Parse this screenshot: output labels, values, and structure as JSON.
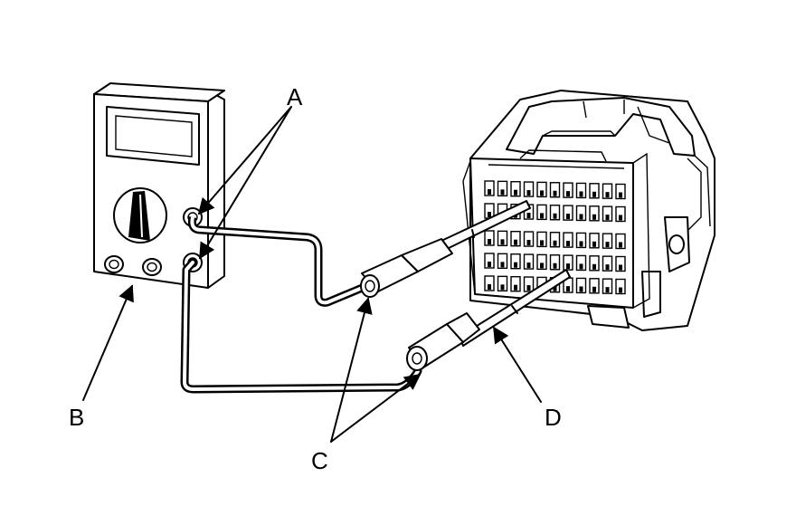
{
  "labels": {
    "a": "A",
    "b": "B",
    "c": "C",
    "d": "D"
  },
  "colors": {
    "line": "#000000",
    "background": "#ffffff"
  }
}
